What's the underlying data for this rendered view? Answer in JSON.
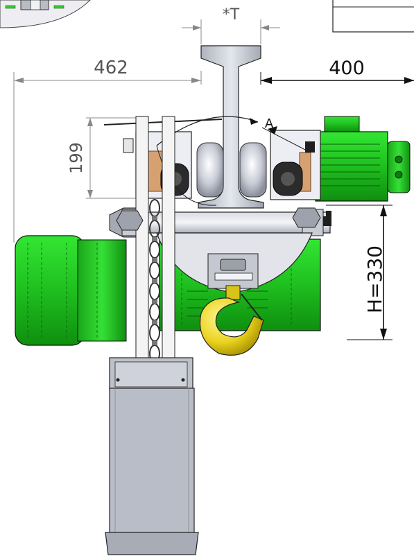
{
  "dimensions": {
    "flange_width": "*T",
    "left_extent": "462",
    "right_extent": "400",
    "wheel_height": "199",
    "height": "H=330"
  },
  "labels": {
    "section_marker": "A"
  },
  "colors": {
    "motor_green": "#22cc22",
    "hook_yellow": "#f0e020",
    "steel_gray": "#c8ccd4",
    "line": "#222222"
  }
}
